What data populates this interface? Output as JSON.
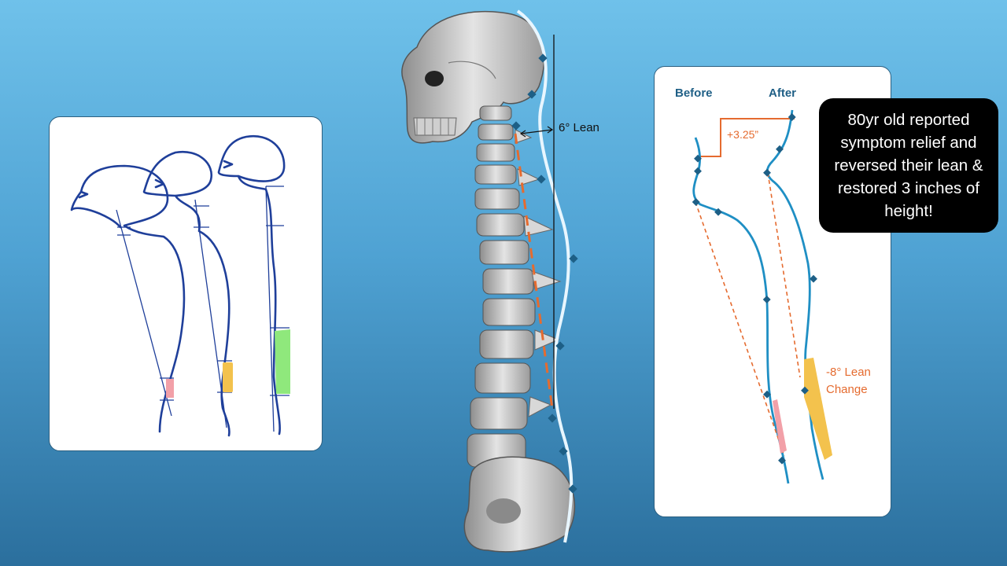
{
  "spine": {
    "lean_label": "6° Lean"
  },
  "comparison": {
    "before_label": "Before",
    "after_label": "After",
    "height_gain": "+3.25”",
    "lean_change": "-8° Lean Change"
  },
  "callout": {
    "text": "80yr old reported symptom relief and reversed their lean & restored  3 inches of height!"
  },
  "colors": {
    "posture_line": "#1f3f9a",
    "spine_curve": "#1f8fc4",
    "orange_accent": "#e56b2f",
    "wedge_pink": "#f2a0a8",
    "wedge_orange": "#f3c24d",
    "wedge_green": "#8fe87c"
  },
  "icons": [
    "skull-icon",
    "spine-icon",
    "pelvis-icon",
    "arrow-icon"
  ]
}
